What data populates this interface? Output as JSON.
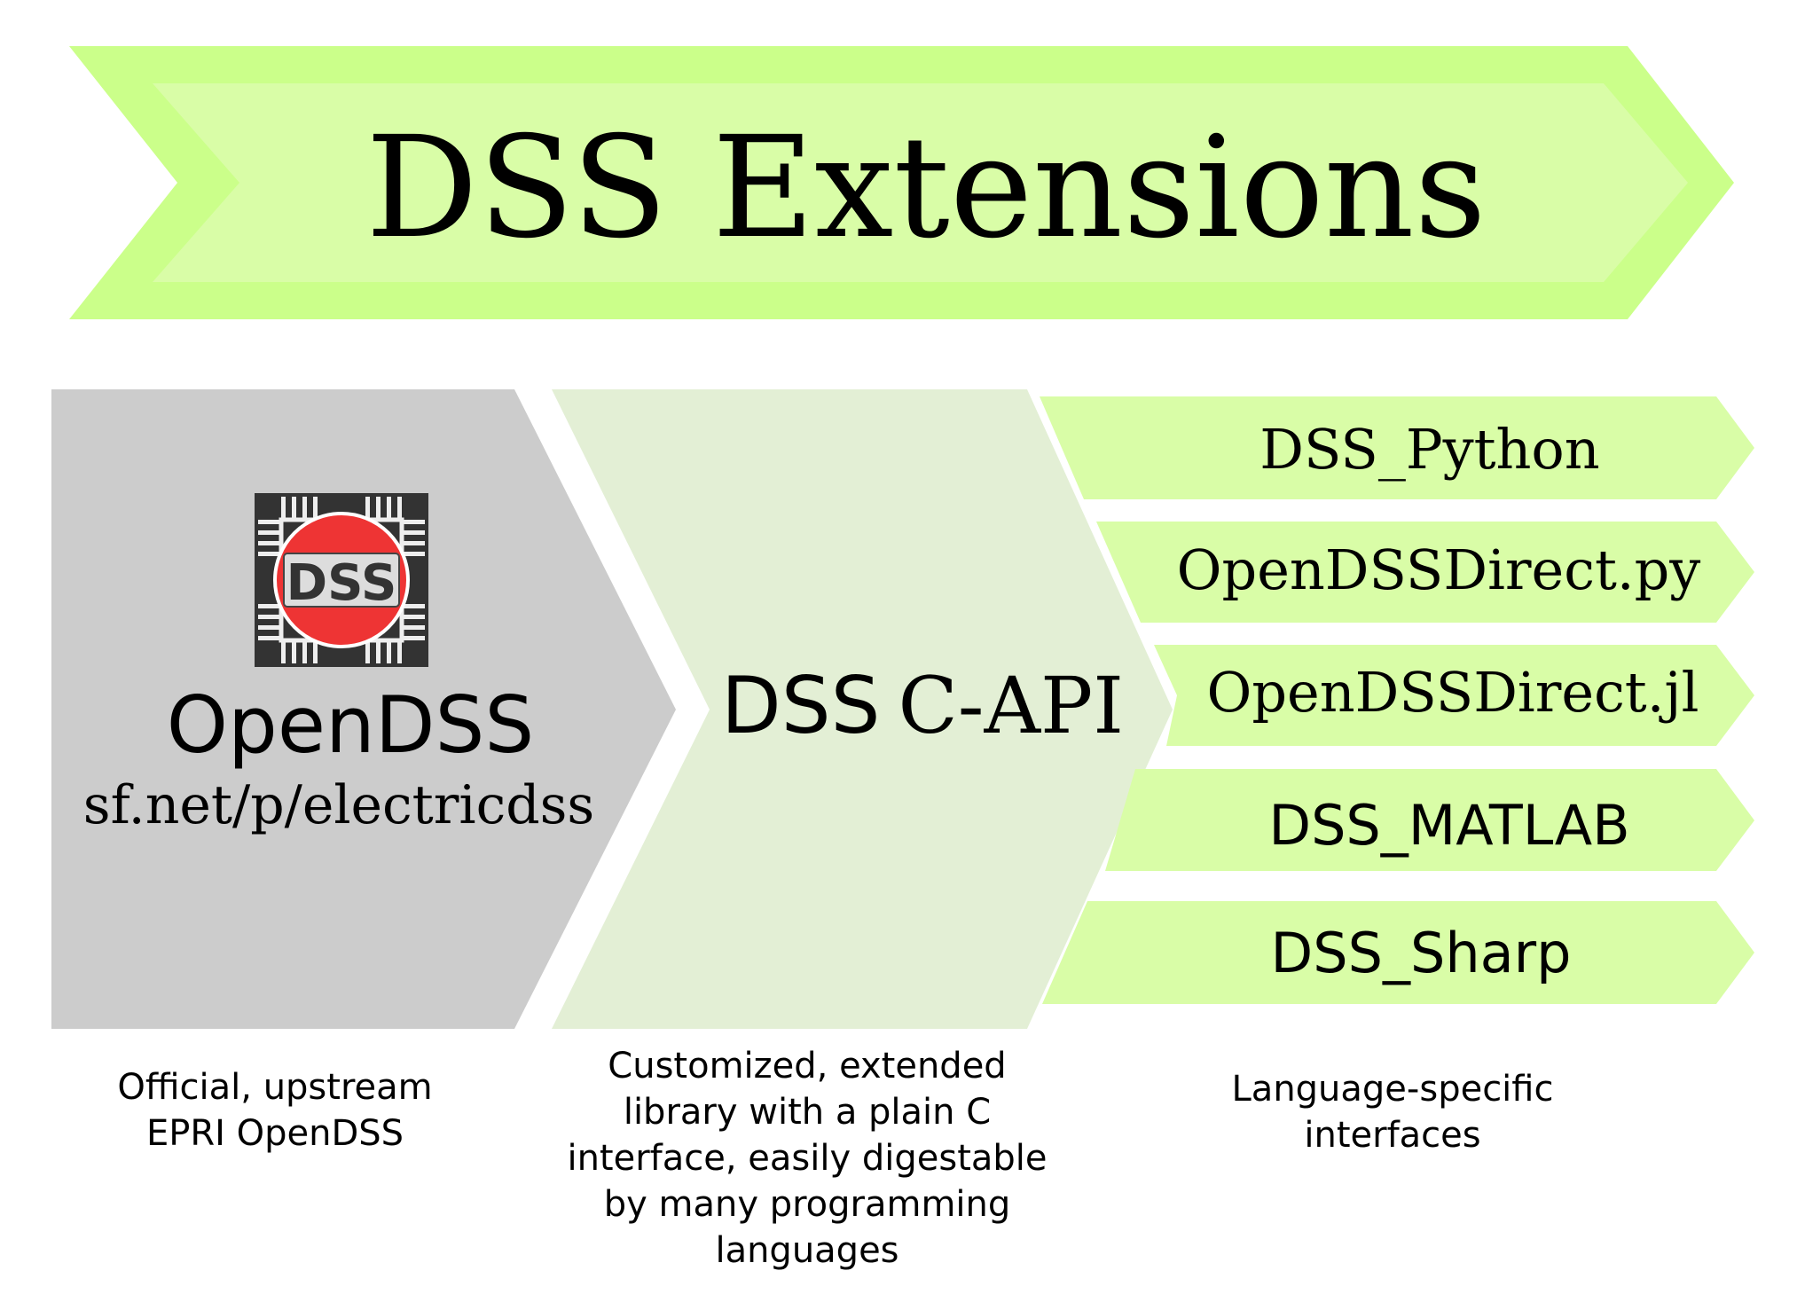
{
  "title": "DSS Extensions",
  "colors": {
    "banner_outer": "#cbff8a",
    "banner_inner": "#d9fda7",
    "opendss_block": "#cccccc",
    "capi_block": "#e3efd5",
    "language_block": "#d9fda7",
    "logo_red": "#ee3434",
    "logo_dark": "#333333"
  },
  "opendss": {
    "logo_text": "DSS",
    "name": "OpenDSS",
    "url": "sf.net/p/electricdss",
    "description": "Official, upstream\nEPRI OpenDSS"
  },
  "capi": {
    "name_sans": "DSS",
    "name_serif": "C-API",
    "description": "Customized, extended\nlibrary with a plain C\ninterface, easily digestable\nby many programming\nlanguages"
  },
  "languages": {
    "items": [
      {
        "label": "DSS_Python",
        "font": "serif"
      },
      {
        "label": "OpenDSSDirect.py",
        "font": "serif"
      },
      {
        "label": "OpenDSSDirect.jl",
        "font": "serif"
      },
      {
        "label": "DSS_MATLAB",
        "font": "sans"
      },
      {
        "label": "DSS_Sharp",
        "font": "sans"
      }
    ],
    "description": "Language-specific\ninterfaces"
  }
}
